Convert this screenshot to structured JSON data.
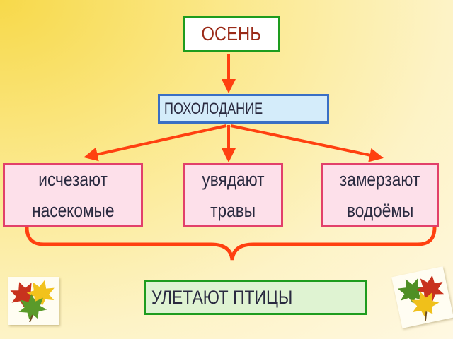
{
  "diagram": {
    "title": "ОСЕНЬ",
    "cause": "ПОХОЛОДАНИЕ",
    "effects": [
      {
        "line1": "исчезают",
        "line2": "насекомые"
      },
      {
        "line1": "увядают",
        "line2": "травы"
      },
      {
        "line1": "замерзают",
        "line2": "водоёмы"
      }
    ],
    "result": "УЛЕТАЮТ ПТИЦЫ"
  },
  "colors": {
    "arrow": "#ff4010",
    "title_text": "#9a2a18",
    "green_border": "#1e9c1e",
    "blue_border": "#3a6fc4",
    "pink_border": "#e2406a"
  },
  "icons": [
    "maple-leaves-icon",
    "maple-leaves-icon"
  ]
}
